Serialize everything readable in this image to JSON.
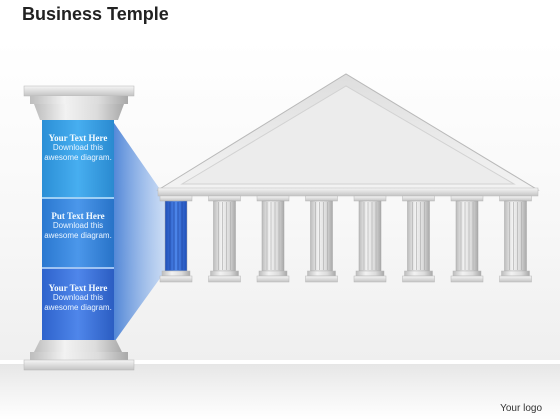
{
  "header": {
    "title": "Business Temple"
  },
  "pillar_segments": [
    {
      "heading": "Your Text Here",
      "body": "Download this awesome diagram."
    },
    {
      "heading": "Put Text Here",
      "body": "Download this awesome diagram."
    },
    {
      "heading": "Your Text Here",
      "body": "Download this awesome diagram."
    }
  ],
  "temple": {
    "column_count": 8,
    "highlighted_column": 1
  },
  "colors": {
    "pillar_blue": "#3a7fd6",
    "stone": "#d8d8d8",
    "highlight": "#2f63c9"
  },
  "footer": {
    "logo_text": "Your logo"
  }
}
